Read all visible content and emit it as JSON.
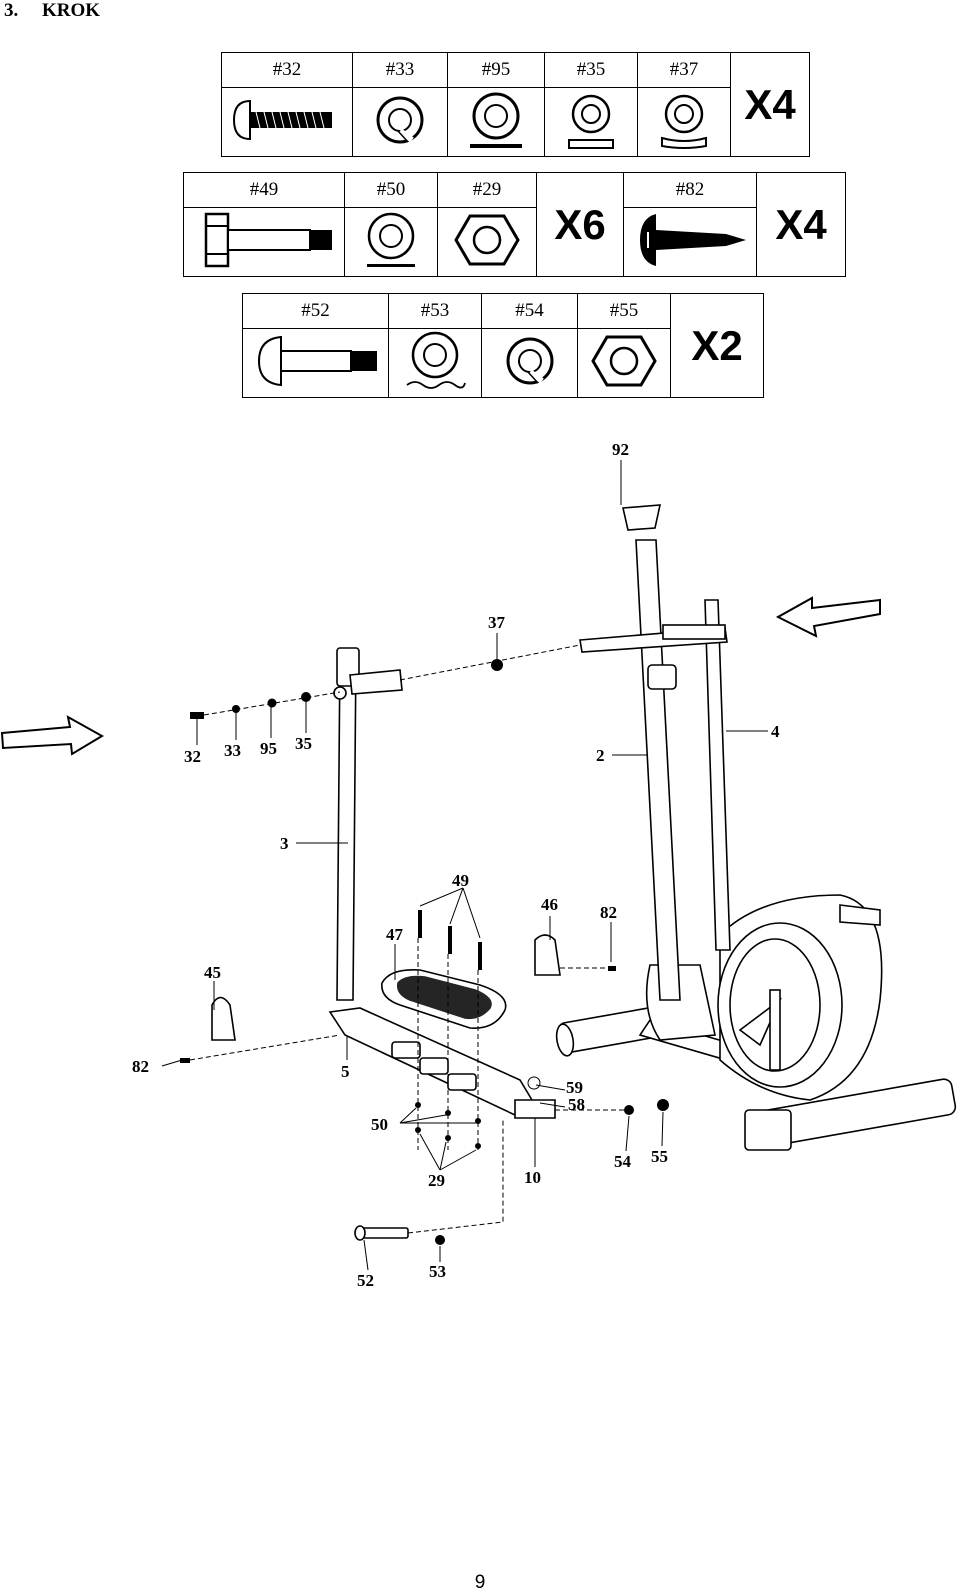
{
  "step": {
    "number": "3.",
    "title": "KROK"
  },
  "row1": {
    "parts": [
      "#32",
      "#33",
      "#95",
      "#35",
      "#37"
    ],
    "qty": "X4"
  },
  "row2": {
    "group_a": [
      "#49",
      "#50",
      "#29"
    ],
    "qty_a": "X6",
    "group_b": [
      "#82"
    ],
    "qty_b": "X4"
  },
  "row3": {
    "parts": [
      "#52",
      "#53",
      "#54",
      "#55"
    ],
    "qty": "X2"
  },
  "callouts": {
    "c92": "92",
    "c37": "37",
    "c32": "32",
    "c33": "33",
    "c95": "95",
    "c35": "35",
    "c4": "4",
    "c2": "2",
    "c3": "3",
    "c49": "49",
    "c46": "46",
    "c82a": "82",
    "c47": "47",
    "c45": "45",
    "c82b": "82",
    "c5": "5",
    "c59": "59",
    "c58": "58",
    "c50": "50",
    "c29": "29",
    "c10": "10",
    "c54": "54",
    "c55": "55",
    "c52": "52",
    "c53": "53"
  },
  "page_number": "9"
}
